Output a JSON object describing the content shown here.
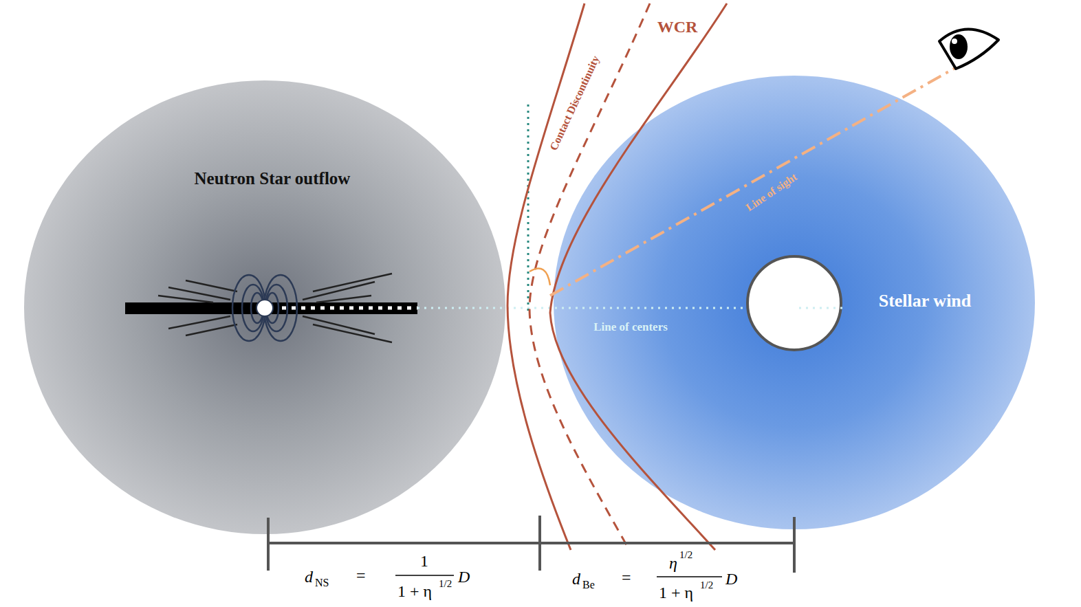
{
  "diagram": {
    "nodes": [
      {
        "text": [
          "Neutron Star outflow"
        ]
      },
      {
        "text": [
          "Stellar wind"
        ]
      }
    ],
    "labels": [
      "WCR",
      "Contact Discontinuity",
      "Line of sight",
      "Line of centers",
      "d",
      "NS",
      "=",
      "1",
      "1 + η",
      "1/2",
      "D",
      "d",
      "Be",
      "=",
      "η",
      "1/2",
      "1 + η",
      "1/2",
      "D"
    ]
  }
}
